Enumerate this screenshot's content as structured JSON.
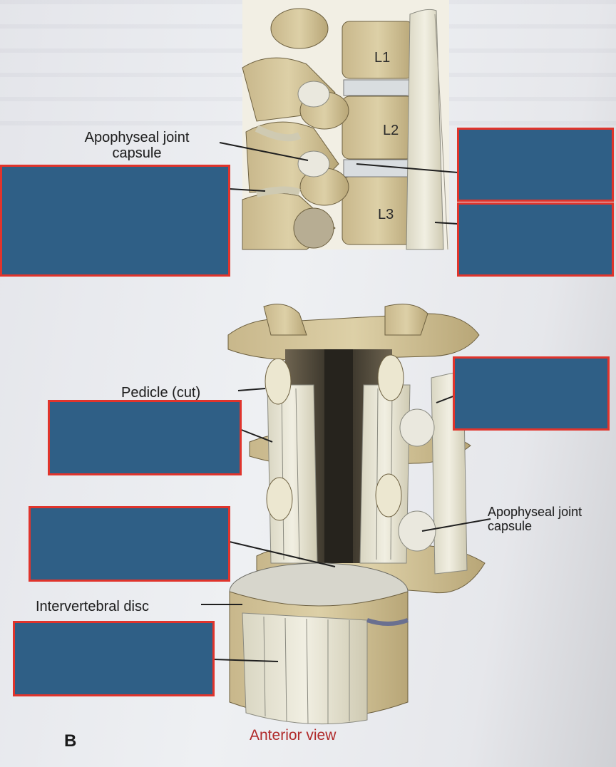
{
  "labels": {
    "apophyseal_top": "Apophyseal joint\ncapsule",
    "pedicle": "Pedicle (cut)",
    "apophyseal_bottom": "Apophyseal joint\ncapsule",
    "intervertebral_disc": "Intervertebral disc"
  },
  "vertebrae": [
    "L1",
    "L2",
    "L3"
  ],
  "panel_letter": "B",
  "view_caption": "Anterior view",
  "colors": {
    "mask_fill": "#2f5f86",
    "mask_border": "#e0342c",
    "caption": "#b02a2a"
  }
}
